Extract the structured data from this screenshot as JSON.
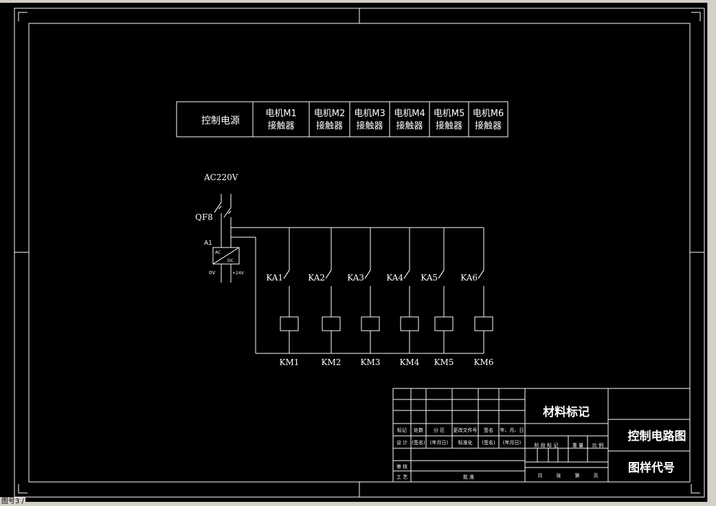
{
  "header_table": {
    "first_label": "控制电源",
    "columns": [
      {
        "line1": "电机M1",
        "line2": "接触器"
      },
      {
        "line1": "电机M2",
        "line2": "接触器"
      },
      {
        "line1": "电机M3",
        "line2": "接触器"
      },
      {
        "line1": "电机M4",
        "line2": "接触器"
      },
      {
        "line1": "电机M5",
        "line2": "接触器"
      },
      {
        "line1": "电机M6",
        "line2": "接触器"
      }
    ]
  },
  "circuit": {
    "supply_label": "AC220V",
    "breaker_label": "QF8",
    "module_label": "A1",
    "module_ac": "AC",
    "module_dc": "DC",
    "terminal_0v": "0V",
    "terminal_24v": "+24V",
    "relays": [
      "KA1",
      "KA2",
      "KA3",
      "KA4",
      "KA5",
      "KA6"
    ],
    "coils": [
      "KM1",
      "KM2",
      "KM3",
      "KM4",
      "KM5",
      "KM6"
    ]
  },
  "title_block": {
    "material_mark": "材料标记",
    "drawing_title": "控制电路图",
    "drawing_code": "图样代号",
    "row_labels": [
      "标记",
      "处数",
      "分 区",
      "更改文件号",
      "签名",
      "年、月、日"
    ],
    "design_row": [
      "设 计",
      "(签名)",
      "(年月日)",
      "标准化",
      "(签名)",
      "(年月日)"
    ],
    "stage_labels": [
      "阶 段 标 记",
      "重 量",
      "比 例"
    ],
    "review_label": "审 核",
    "process_label": "工 艺",
    "approve_label": "批 准",
    "sheet_labels": [
      "共",
      "张",
      "第",
      "页"
    ]
  },
  "status_text": "图号3 /"
}
